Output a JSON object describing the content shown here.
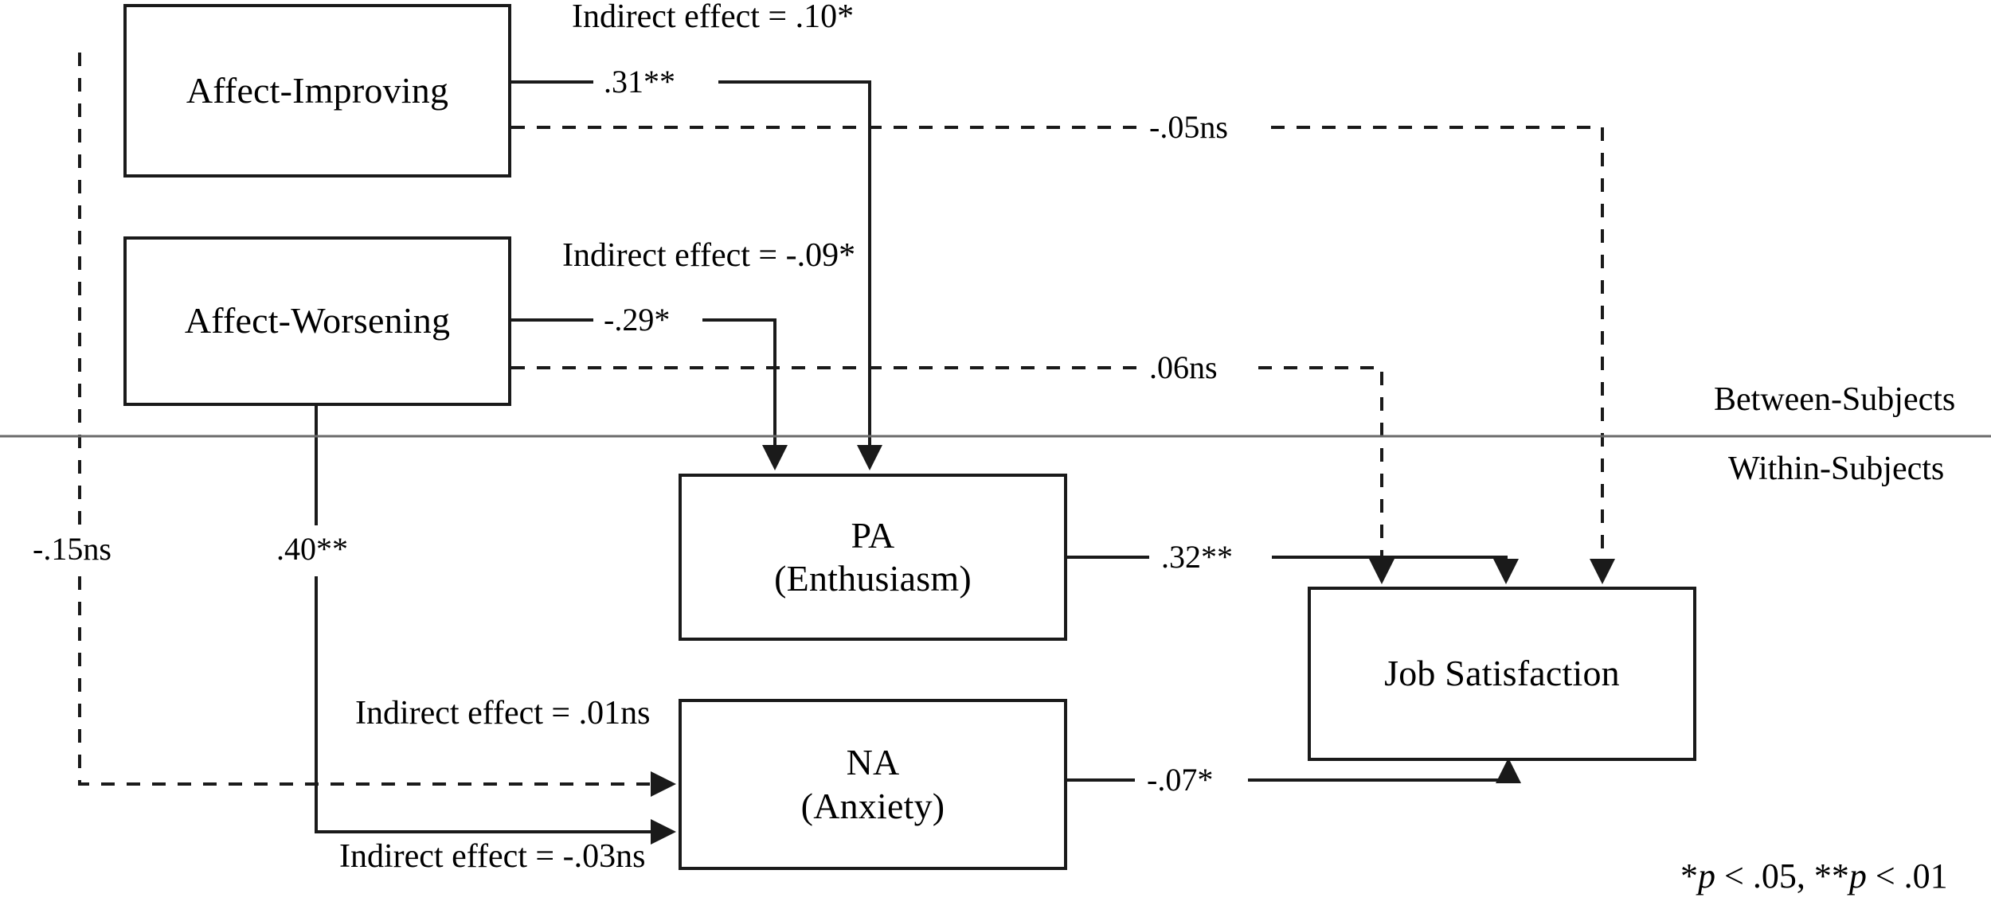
{
  "figure": {
    "type": "path-diagram",
    "footnote": "*p < .05, **p < .01",
    "footnote_parts": {
      "star1": "*",
      "p1": "p",
      "rest1": " < .05, ",
      "star2": "**",
      "p2": "p",
      "rest2": " < .01"
    },
    "level_labels": {
      "between": "Between-Subjects",
      "within": "Within-Subjects"
    }
  },
  "nodes": {
    "affect_improving": {
      "label": "Affect-Improving"
    },
    "affect_worsening": {
      "label": "Affect-Worsening"
    },
    "pa": {
      "line1": "PA",
      "line2": "(Enthusiasm)"
    },
    "na": {
      "line1": "NA",
      "line2": "(Anxiety)"
    },
    "job_satisfaction": {
      "label": "Job Satisfaction"
    }
  },
  "paths": [
    {
      "id": "ai-to-pa",
      "from": "affect_improving",
      "to": "pa",
      "coefficient": ".31**",
      "style": "solid",
      "significant": true
    },
    {
      "id": "ai-to-js",
      "from": "affect_improving",
      "to": "job_satisfaction",
      "coefficient": "-.05ns",
      "style": "dashed",
      "significant": false
    },
    {
      "id": "ai-to-na",
      "from": "affect_improving",
      "to": "na",
      "coefficient": "-.15ns",
      "style": "dashed",
      "significant": false
    },
    {
      "id": "aw-to-pa",
      "from": "affect_worsening",
      "to": "pa",
      "coefficient": "-.29*",
      "style": "solid",
      "significant": true
    },
    {
      "id": "aw-to-js",
      "from": "affect_worsening",
      "to": "job_satisfaction",
      "coefficient": ".06ns",
      "style": "dashed",
      "significant": false
    },
    {
      "id": "aw-to-na",
      "from": "affect_worsening",
      "to": "na",
      "coefficient": ".40**",
      "style": "solid",
      "significant": true
    },
    {
      "id": "pa-to-js",
      "from": "pa",
      "to": "job_satisfaction",
      "coefficient": ".32**",
      "style": "solid",
      "significant": true
    },
    {
      "id": "na-to-js",
      "from": "na",
      "to": "job_satisfaction",
      "coefficient": "-.07*",
      "style": "solid",
      "significant": true
    }
  ],
  "indirect_effects": [
    {
      "id": "ie-ai-pa-js",
      "label": "Indirect effect = .10*",
      "value": ".10",
      "significant": true
    },
    {
      "id": "ie-aw-pa-js",
      "label": "Indirect effect = -.09*",
      "value": "-.09",
      "significant": true
    },
    {
      "id": "ie-ai-na-js",
      "label": "Indirect effect = .01ns",
      "value": ".01",
      "significant": false
    },
    {
      "id": "ie-aw-na-js",
      "label": "Indirect effect = -.03ns",
      "value": "-.03",
      "significant": false
    }
  ],
  "colors": {
    "stroke": "#1a1a1a",
    "divider": "#6a6a6a",
    "background": "#ffffff"
  }
}
